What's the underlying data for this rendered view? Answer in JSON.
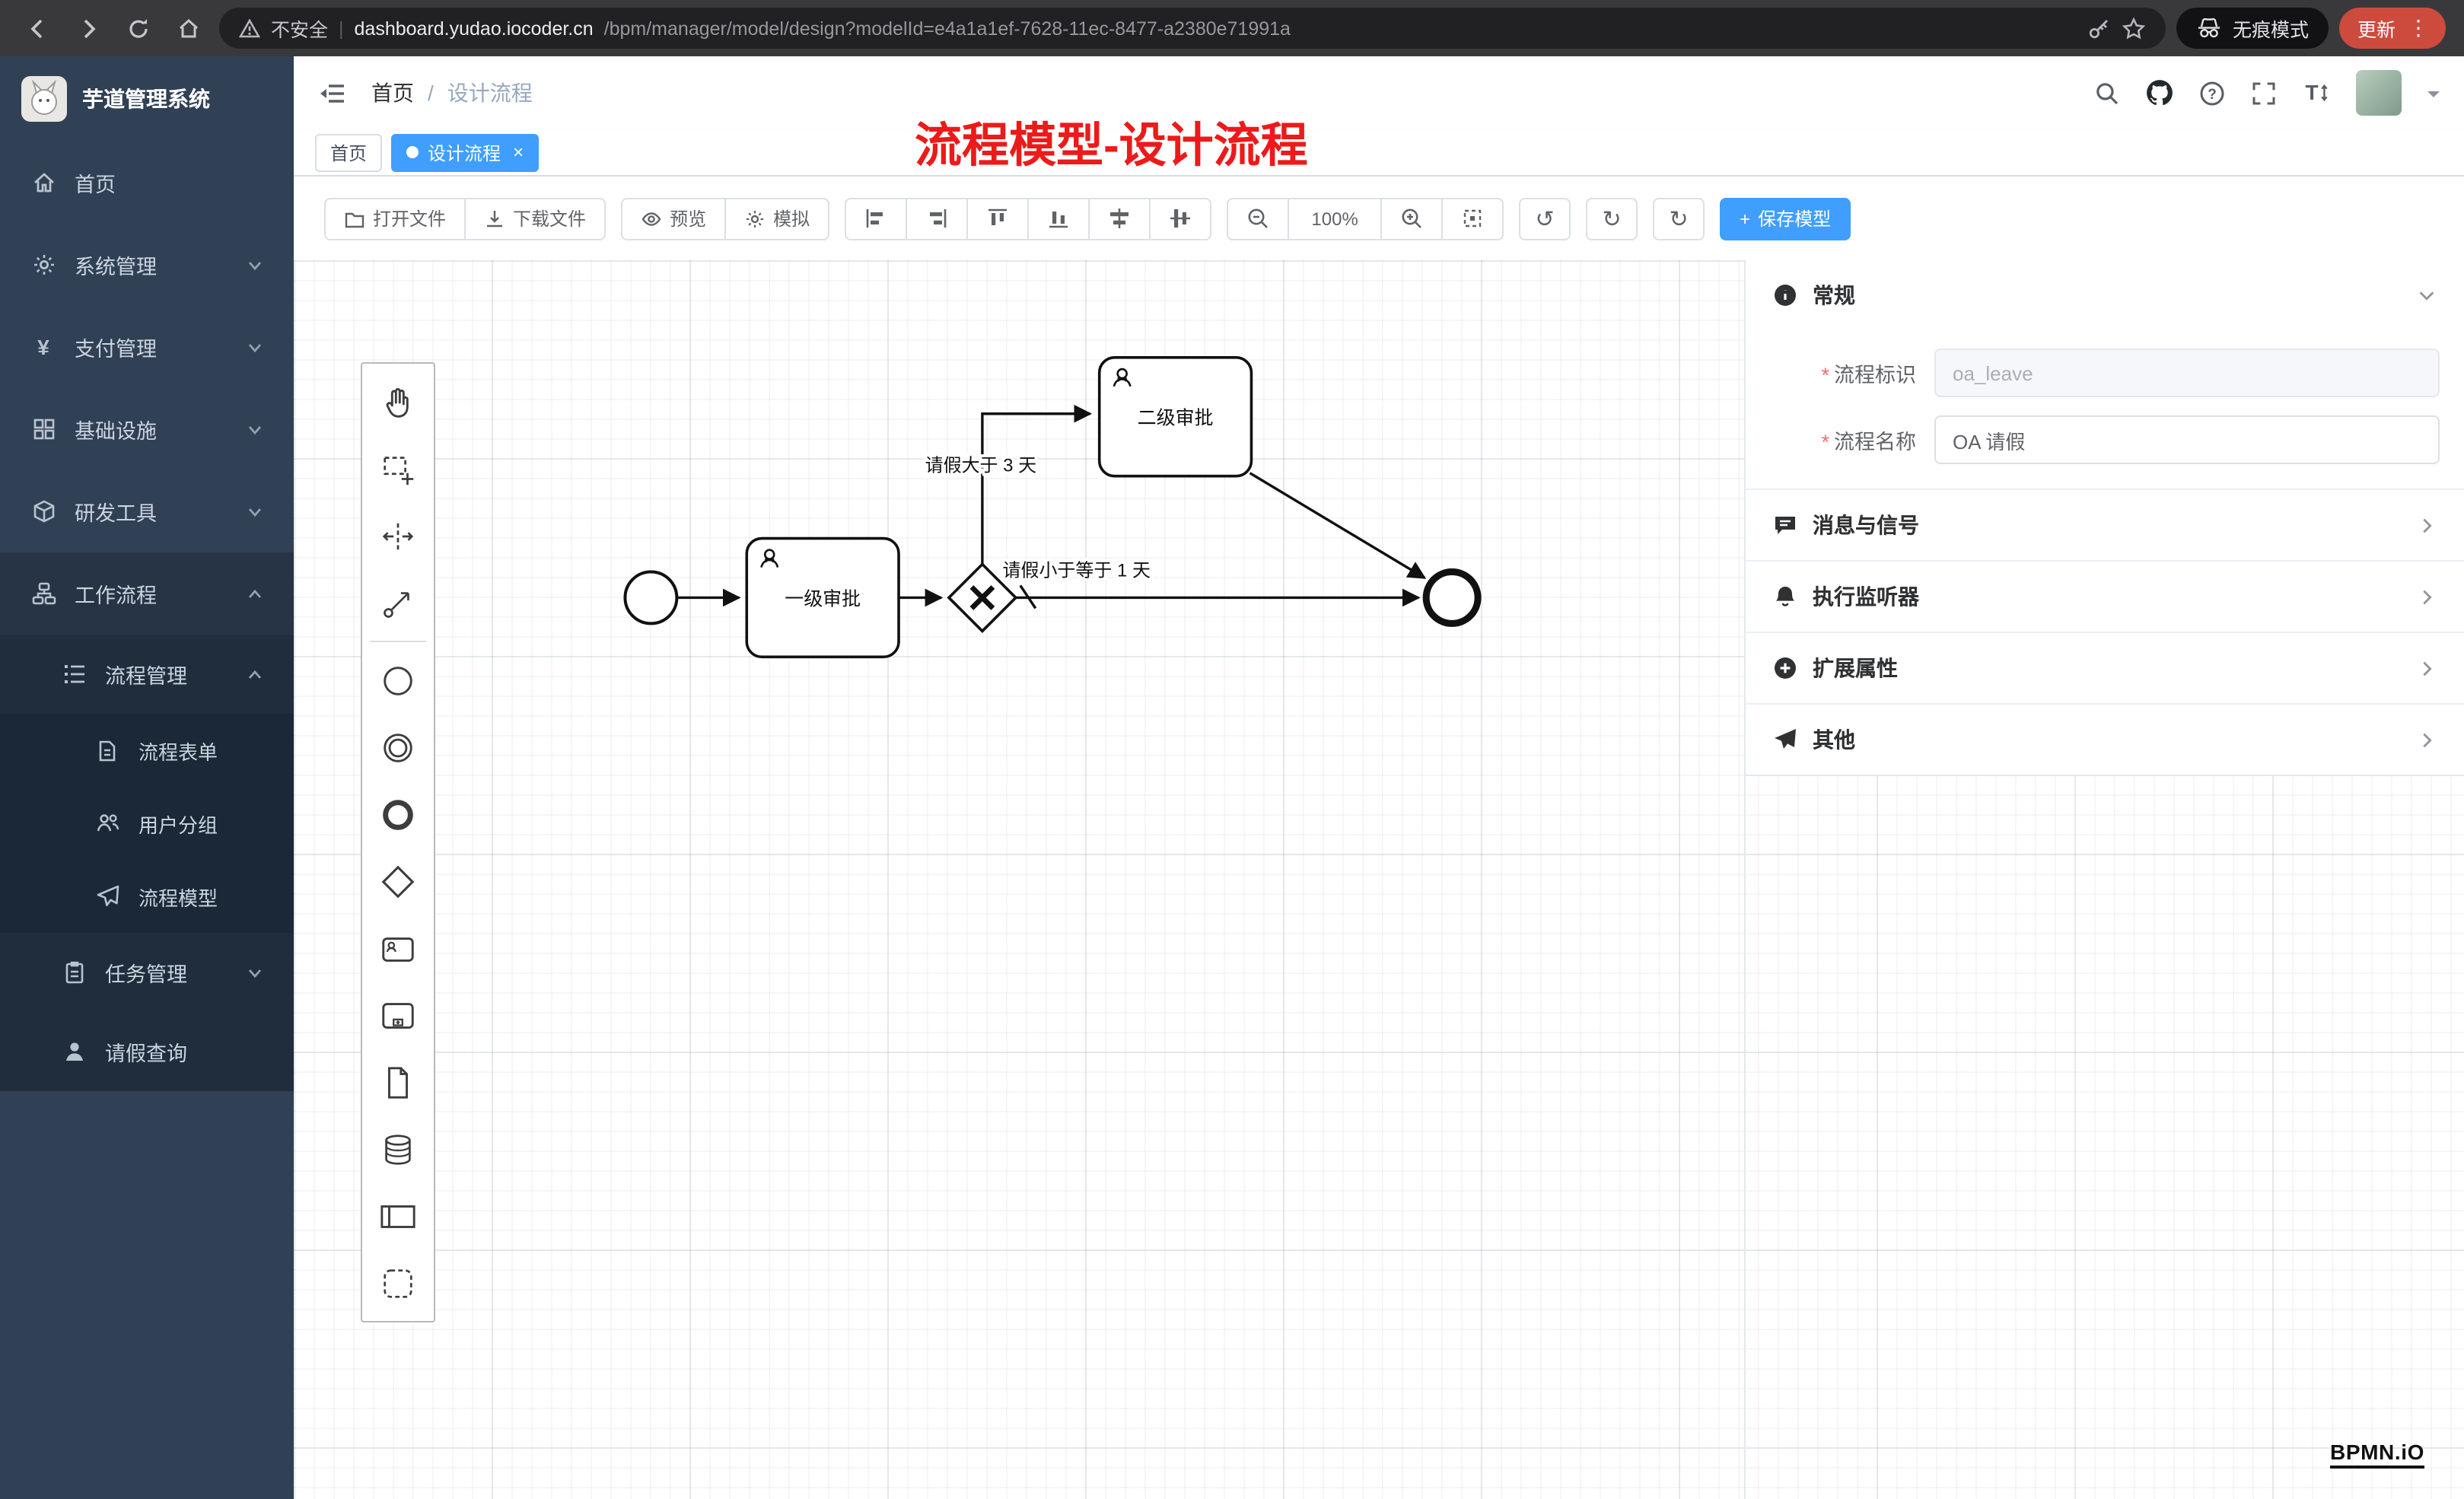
{
  "browser": {
    "security": "不安全",
    "host": "dashboard.yudao.iocoder.cn",
    "path": "/bpm/manager/model/design?modelId=e4a1a1ef-7628-11ec-8477-a2380e71991a",
    "incognito": "无痕模式",
    "update": "更新",
    "menu_dots": "⋮"
  },
  "sidebar": {
    "title": "芋道管理系统",
    "items": [
      {
        "label": "首页"
      },
      {
        "label": "系统管理"
      },
      {
        "label": "支付管理"
      },
      {
        "label": "基础设施"
      },
      {
        "label": "研发工具"
      },
      {
        "label": "工作流程"
      },
      {
        "label": "流程管理"
      },
      {
        "label": "流程表单"
      },
      {
        "label": "用户分组"
      },
      {
        "label": "流程模型"
      },
      {
        "label": "任务管理"
      },
      {
        "label": "请假查询"
      }
    ]
  },
  "header": {
    "breadcrumb_home": "首页",
    "breadcrumb_sep": "/",
    "breadcrumb_current": "设计流程"
  },
  "annotation": {
    "text": "流程模型-设计流程"
  },
  "tabs": [
    {
      "label": "首页"
    },
    {
      "label": "设计流程",
      "close": "×"
    }
  ],
  "toolbar": {
    "open": "打开文件",
    "download": "下载文件",
    "preview": "预览",
    "simulate": "模拟",
    "zoom_level": "100%",
    "save_plus": "+",
    "save": "保存模型",
    "undo_glyph": "↺",
    "redo_glyph": "↻",
    "refresh_glyph": "↻"
  },
  "diagram": {
    "tasks": [
      {
        "label": "一级审批"
      },
      {
        "label": "二级审批"
      }
    ],
    "flow_labels": [
      {
        "label": "请假大于 3 天"
      },
      {
        "label": "请假小于等于 1 天"
      }
    ]
  },
  "panel": {
    "general": "常规",
    "required_mark": "*",
    "fields": [
      {
        "label": "流程标识",
        "value": "oa_leave"
      },
      {
        "label": "流程名称",
        "value": "OA 请假"
      }
    ],
    "sections": [
      {
        "label": "消息与信号"
      },
      {
        "label": "执行监听器"
      },
      {
        "label": "扩展属性"
      },
      {
        "label": "其他"
      }
    ],
    "bpmn_logo": "BPMN.iO"
  }
}
